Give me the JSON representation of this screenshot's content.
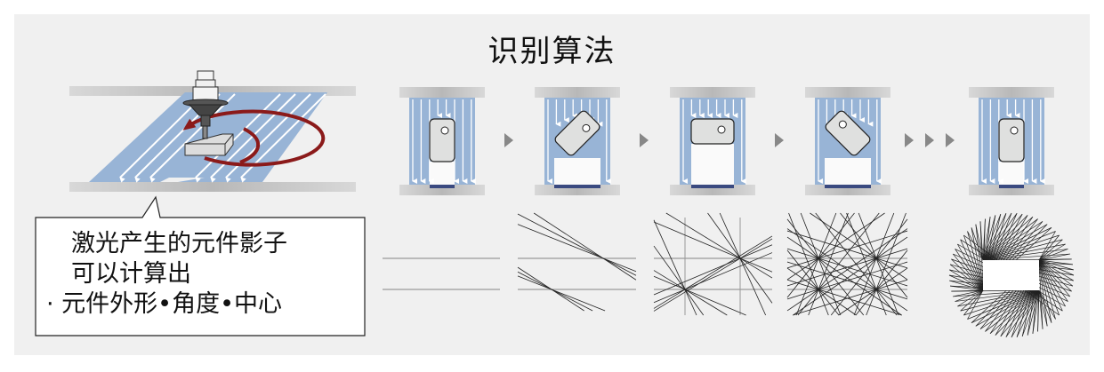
{
  "title": "识别算法",
  "callout": {
    "line1": "激光产生的元件影子",
    "line2": "可以计算出",
    "line3": "· 元件外形•角度•中心"
  },
  "colors": {
    "beam": "#98b4d6",
    "rail": "#c8c8c8",
    "shadow": "#3a4a80",
    "rotate_arrow": "#8b1a1a",
    "panel_bg": "#f0f0f0"
  },
  "steps": [
    {
      "rotation_deg": 0
    },
    {
      "rotation_deg": -45
    },
    {
      "rotation_deg": 90
    },
    {
      "rotation_deg": 45
    },
    {
      "rotation_deg": 0
    }
  ]
}
